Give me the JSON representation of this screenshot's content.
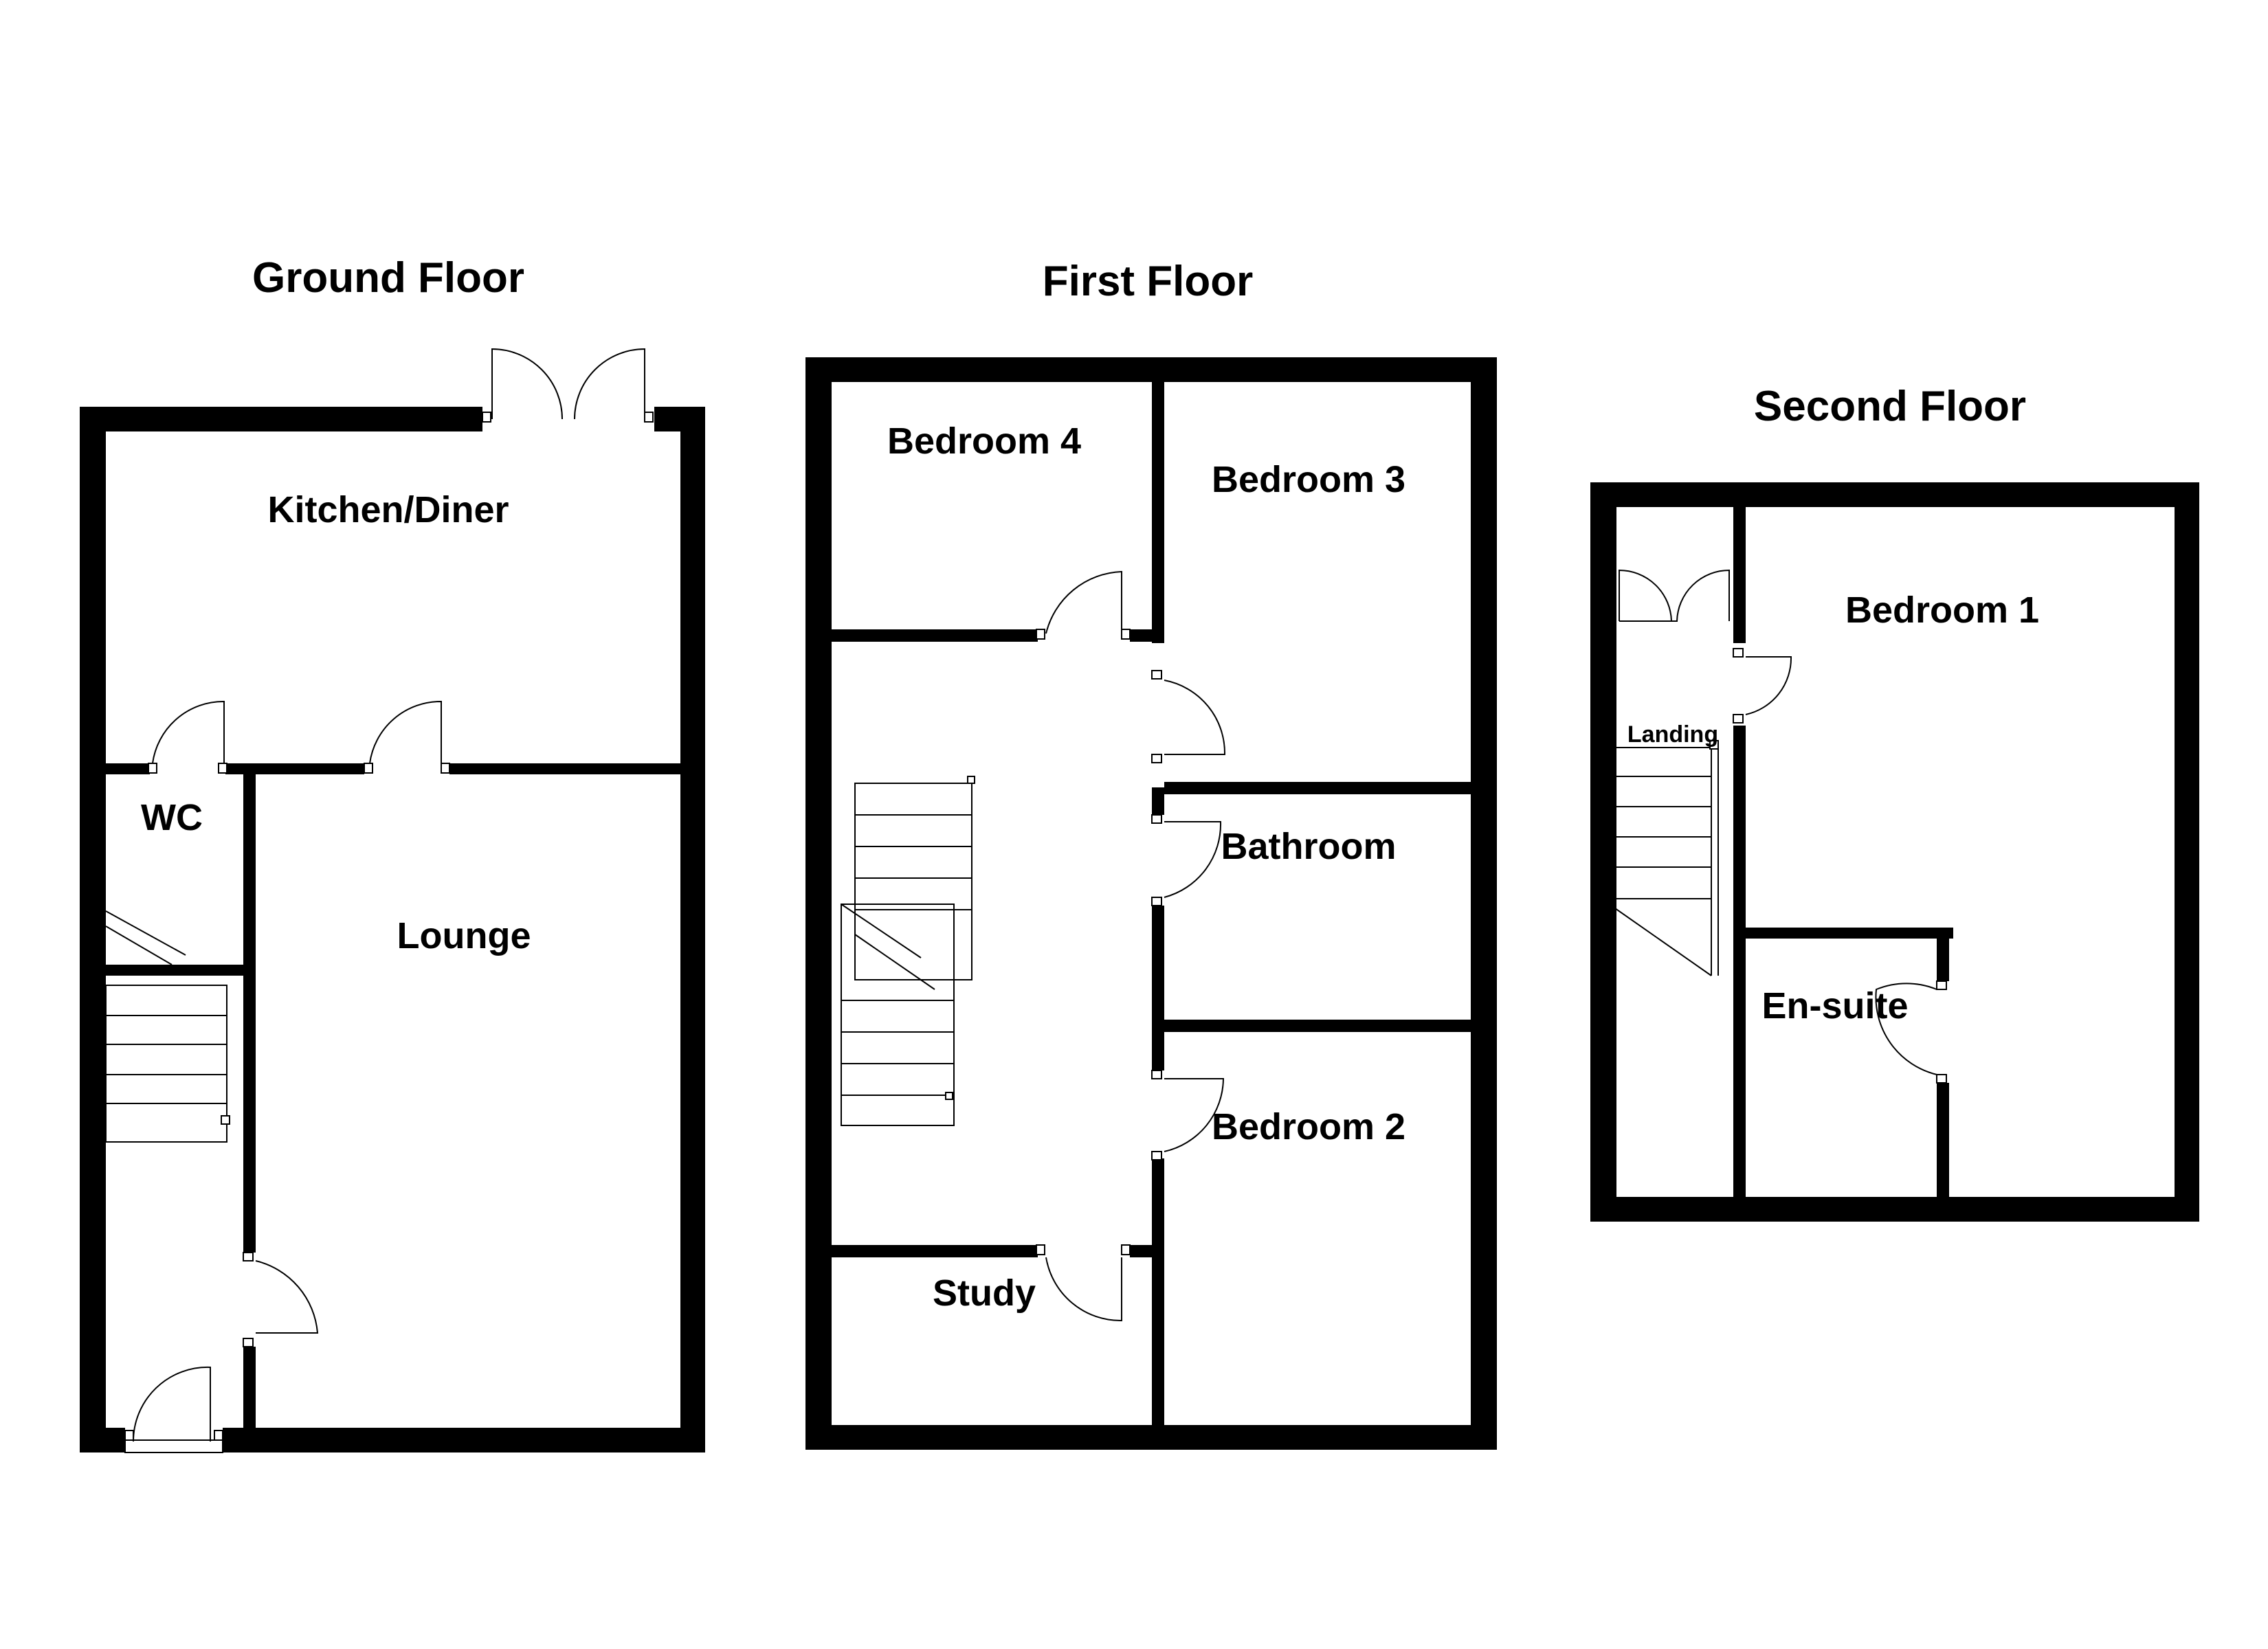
{
  "floors": {
    "ground": {
      "title": "Ground Floor",
      "rooms": {
        "kitchen": "Kitchen/Diner",
        "wc": "WC",
        "lounge": "Lounge"
      }
    },
    "first": {
      "title": "First Floor",
      "rooms": {
        "bedroom4": "Bedroom 4",
        "bedroom3": "Bedroom 3",
        "bathroom": "Bathroom",
        "bedroom2": "Bedroom 2",
        "study": "Study"
      }
    },
    "second": {
      "title": "Second Floor",
      "rooms": {
        "bedroom1": "Bedroom 1",
        "landing": "Landing",
        "ensuite": "En-suite"
      }
    }
  },
  "colors": {
    "wall": "#000000",
    "background": "#ffffff"
  }
}
